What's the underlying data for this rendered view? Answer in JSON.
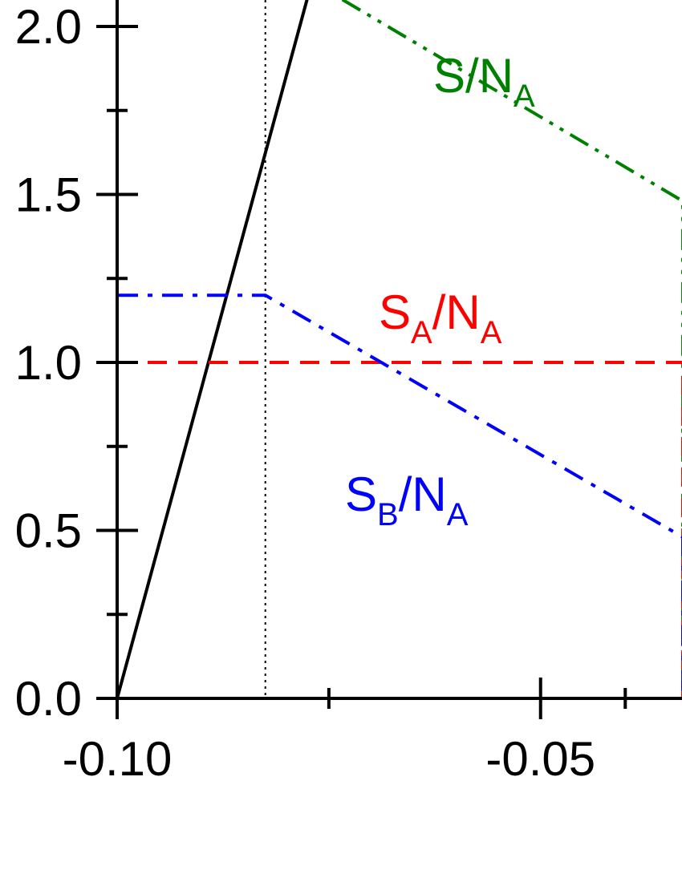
{
  "chart_data": {
    "type": "line",
    "title": "",
    "xlabel": "",
    "ylabel": "",
    "xlim": [
      -0.1,
      -0.0333
    ],
    "ylim": [
      0.0,
      2.0
    ],
    "x_ticks": [
      {
        "value": -0.1,
        "label": "-0.10"
      },
      {
        "value": -0.05,
        "label": "-0.05"
      }
    ],
    "x_minor_ticks": [
      -0.075,
      -0.04
    ],
    "y_ticks": [
      {
        "value": 0.0,
        "label": "0.0"
      },
      {
        "value": 0.5,
        "label": "0.5"
      },
      {
        "value": 1.0,
        "label": "1.0"
      },
      {
        "value": 1.5,
        "label": "1.5"
      },
      {
        "value": 2.0,
        "label": "2.0"
      }
    ],
    "y_minor_ticks": [
      0.25,
      0.75,
      1.25,
      1.75
    ],
    "reference_lines_x": [
      -0.0825,
      -0.0332
    ],
    "grid": false,
    "legend": "none",
    "series": [
      {
        "label_main": "",
        "label_sub": "",
        "color": "#000000",
        "dash": "solid",
        "x": [
          -0.1,
          -0.0765
        ],
        "y": [
          0.0,
          2.18
        ]
      },
      {
        "label_main": "S/N",
        "label_sub": "A",
        "color": "#008000",
        "dash": "dash-dot-dot",
        "x": [
          -0.0734,
          -0.0332,
          -0.0332,
          0.0
        ],
        "y": [
          2.08,
          1.48,
          0.0,
          0.0
        ]
      },
      {
        "label_main": "S",
        "label_sub": "A",
        "label_main2": "/N",
        "label_sub2": "A",
        "color": "#ff0000",
        "dash": "dashed",
        "x": [
          -0.1,
          -0.0332,
          -0.0332,
          0.0
        ],
        "y": [
          1.0,
          1.0,
          0.0,
          0.0
        ]
      },
      {
        "label_main": "S",
        "label_sub": "B",
        "label_main2": "/N",
        "label_sub2": "A",
        "color": "#0000ff",
        "dash": "dash-dot",
        "x": [
          -0.1,
          -0.0825,
          -0.0332,
          -0.0332,
          0.0
        ],
        "y": [
          1.2,
          1.2,
          0.48,
          0.0,
          0.0
        ]
      }
    ]
  }
}
